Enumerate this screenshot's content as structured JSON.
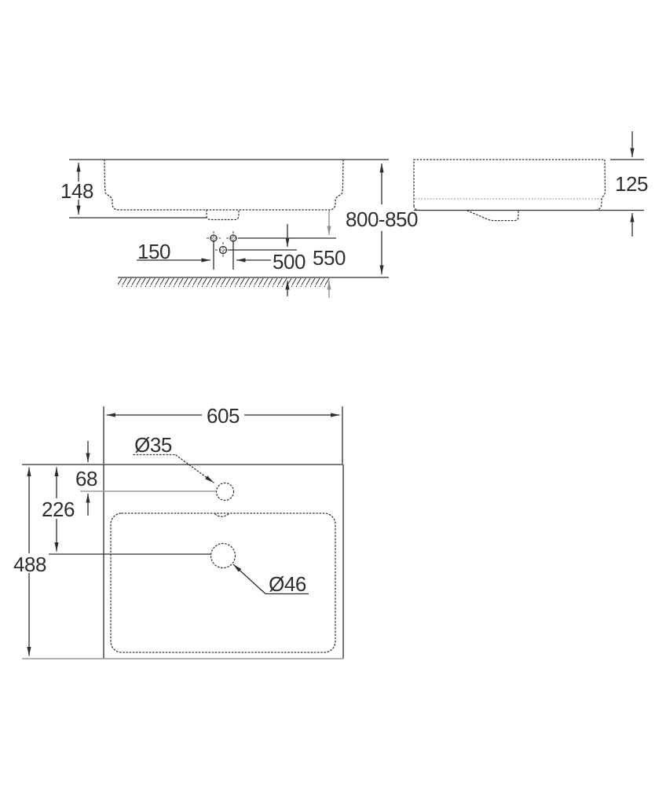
{
  "drawing_type": "washbasin-dimension-drawing",
  "colors": {
    "line": "#2e2e2e",
    "light_line": "#9c9c9c",
    "background": "#ffffff"
  },
  "front_view": {
    "basin_height": "148",
    "installation_height": "800-850",
    "fixing_bolt_spacing": "150",
    "outlet_height": "500",
    "trap_height": "550"
  },
  "side_view": {
    "rim_height": "125"
  },
  "plan_view": {
    "overall_width": "605",
    "faucet_hole_diameter": "Ø35",
    "faucet_hole_offset": "68",
    "drain_center_offset": "226",
    "overall_depth": "488",
    "drain_hole_diameter": "Ø46"
  }
}
